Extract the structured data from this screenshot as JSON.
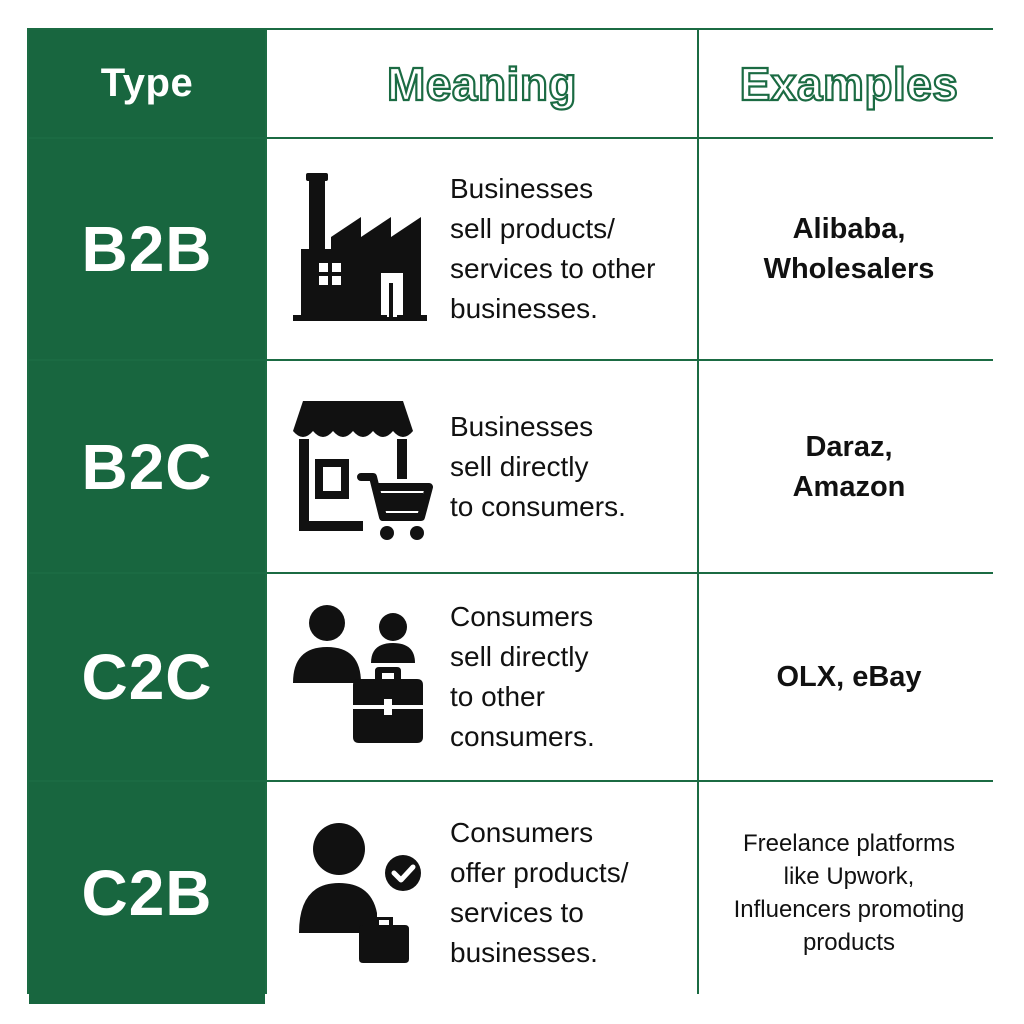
{
  "header": {
    "type": "Type",
    "meaning": "Meaning",
    "examples": "Examples"
  },
  "rows": [
    {
      "code": "B2B",
      "icon": "factory-icon",
      "meaning": "Businesses\nsell products/\nservices to other\nbusinesses.",
      "examples": "Alibaba,\nWholesalers"
    },
    {
      "code": "B2C",
      "icon": "store-cart-icon",
      "meaning": "Businesses\nsell directly\nto consumers.",
      "examples": "Daraz,\nAmazon"
    },
    {
      "code": "C2C",
      "icon": "people-briefcase-icon",
      "meaning": "Consumers\nsell directly\nto other\nconsumers.",
      "examples": "OLX, eBay"
    },
    {
      "code": "C2B",
      "icon": "person-check-icon",
      "meaning": "Consumers\noffer products/\nservices to\nbusinesses.",
      "examples": "Freelance platforms\nlike Upwork,\nInfluencers promoting\nproducts"
    }
  ],
  "colors": {
    "green": "#18663f",
    "border": "#1b6b43",
    "text": "#111111"
  }
}
